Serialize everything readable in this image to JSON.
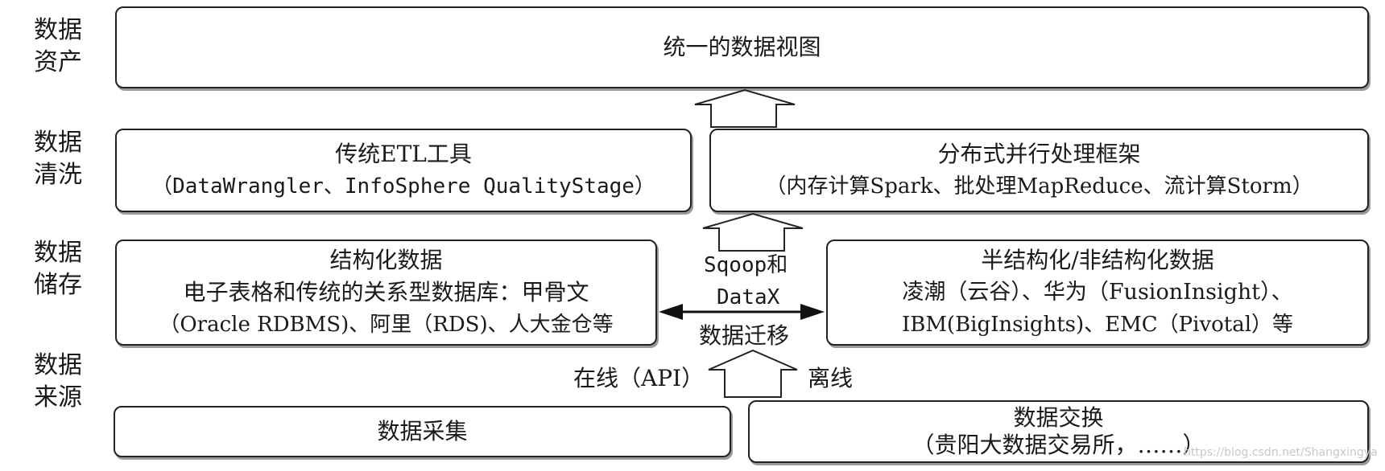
{
  "layers": {
    "asset": [
      "数据",
      "资产"
    ],
    "cleaning": [
      "数据",
      "清洗"
    ],
    "storage": [
      "数据",
      "储存"
    ],
    "source": [
      "数据",
      "来源"
    ]
  },
  "boxes": {
    "unified_view": {
      "title": "统一的数据视图"
    },
    "traditional_etl": {
      "title": "传统ETL工具",
      "detail": "（DataWrangler、InfoSphere QualityStage）"
    },
    "distributed": {
      "title": "分布式并行处理框架",
      "detail": "（内存计算Spark、批处理MapReduce、流计算Storm）"
    },
    "structured": {
      "title": "结构化数据",
      "line2": "电子表格和传统的关系型数据库：甲骨文",
      "line3": "（Oracle RDBMS)、阿里（RDS)、人大金仓等"
    },
    "semi_structured": {
      "title": "半结构化/非结构化数据",
      "line2": "凌潮（云谷）、华为（FusionInsight）、",
      "line3": "IBM(BigInsights)、EMC（Pivotal）等"
    },
    "collection": {
      "title": "数据采集"
    },
    "exchange": {
      "title": "数据交换",
      "detail": "（贵阳大数据交易所，……）"
    }
  },
  "migration": {
    "tool_line1": "Sqoop和",
    "tool_line2": "DataX",
    "label": "数据迁移"
  },
  "ingest": {
    "online": "在线（API）",
    "offline": "离线"
  },
  "watermark": "https://blog.csdn.net/Shangxingya"
}
